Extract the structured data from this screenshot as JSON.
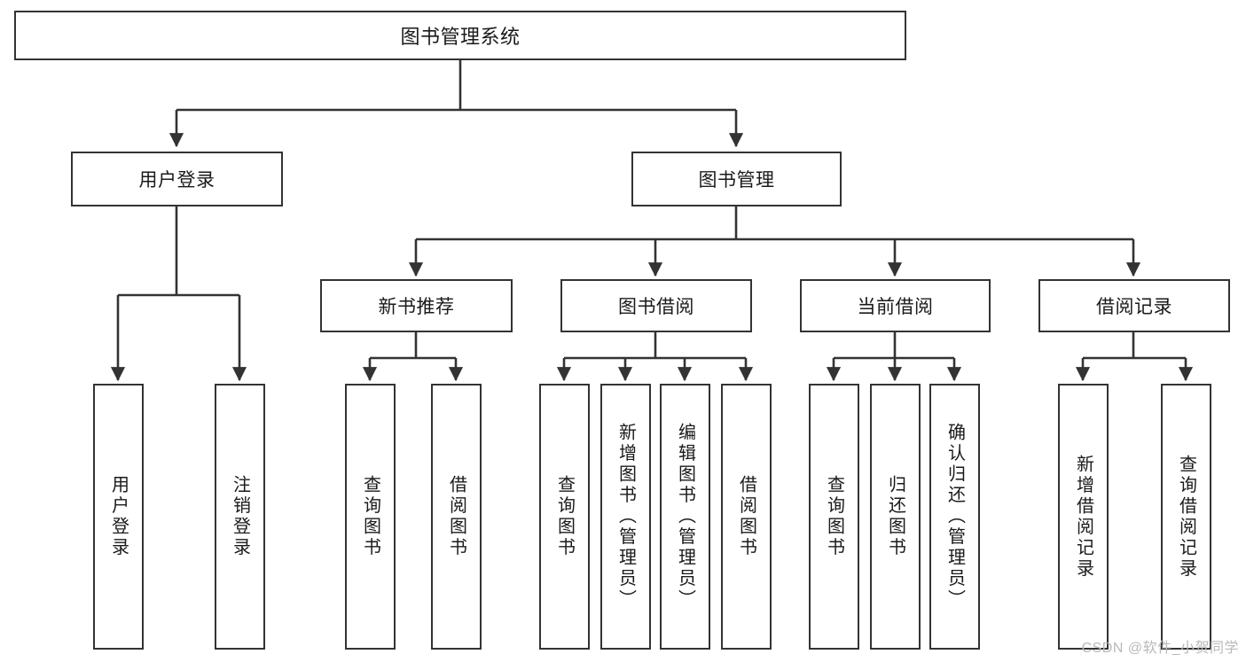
{
  "diagram": {
    "type": "tree-hierarchy-chart",
    "title": "图书管理系统",
    "watermark": "CSDN @软件_小贺同学",
    "colors": {
      "stroke": "#333333",
      "fill": "#ffffff",
      "text": "#1a1a1a",
      "watermark": "#b9b9b9"
    },
    "levels": {
      "level1": [
        {
          "id": "root",
          "label": "图书管理系统"
        }
      ],
      "level2": [
        {
          "id": "login",
          "label": "用户登录",
          "parent": "root"
        },
        {
          "id": "bookmgmt",
          "label": "图书管理",
          "parent": "root"
        }
      ],
      "level3": [
        {
          "id": "newbook",
          "label": "新书推荐",
          "parent": "bookmgmt"
        },
        {
          "id": "borrow",
          "label": "图书借阅",
          "parent": "bookmgmt"
        },
        {
          "id": "current",
          "label": "当前借阅",
          "parent": "bookmgmt"
        },
        {
          "id": "record",
          "label": "借阅记录",
          "parent": "bookmgmt"
        }
      ],
      "leaves": [
        {
          "id": "leaf-1",
          "label": "用户登录",
          "parent": "login"
        },
        {
          "id": "leaf-2",
          "label": "注销登录",
          "parent": "login"
        },
        {
          "id": "leaf-3",
          "label": "查询图书",
          "parent": "newbook"
        },
        {
          "id": "leaf-4",
          "label": "借阅图书",
          "parent": "newbook"
        },
        {
          "id": "leaf-5",
          "label": "查询图书",
          "parent": "borrow"
        },
        {
          "id": "leaf-6",
          "label": "新增图书（管理员）",
          "parent": "borrow"
        },
        {
          "id": "leaf-7",
          "label": "编辑图书（管理员）",
          "parent": "borrow"
        },
        {
          "id": "leaf-8",
          "label": "借阅图书",
          "parent": "borrow"
        },
        {
          "id": "leaf-9",
          "label": "查询图书",
          "parent": "current"
        },
        {
          "id": "leaf-10",
          "label": "归还图书",
          "parent": "current"
        },
        {
          "id": "leaf-11",
          "label": "确认归还（管理员）",
          "parent": "current"
        },
        {
          "id": "leaf-12",
          "label": "新增借阅记录",
          "parent": "record"
        },
        {
          "id": "leaf-13",
          "label": "查询借阅记录",
          "parent": "record"
        }
      ]
    }
  }
}
